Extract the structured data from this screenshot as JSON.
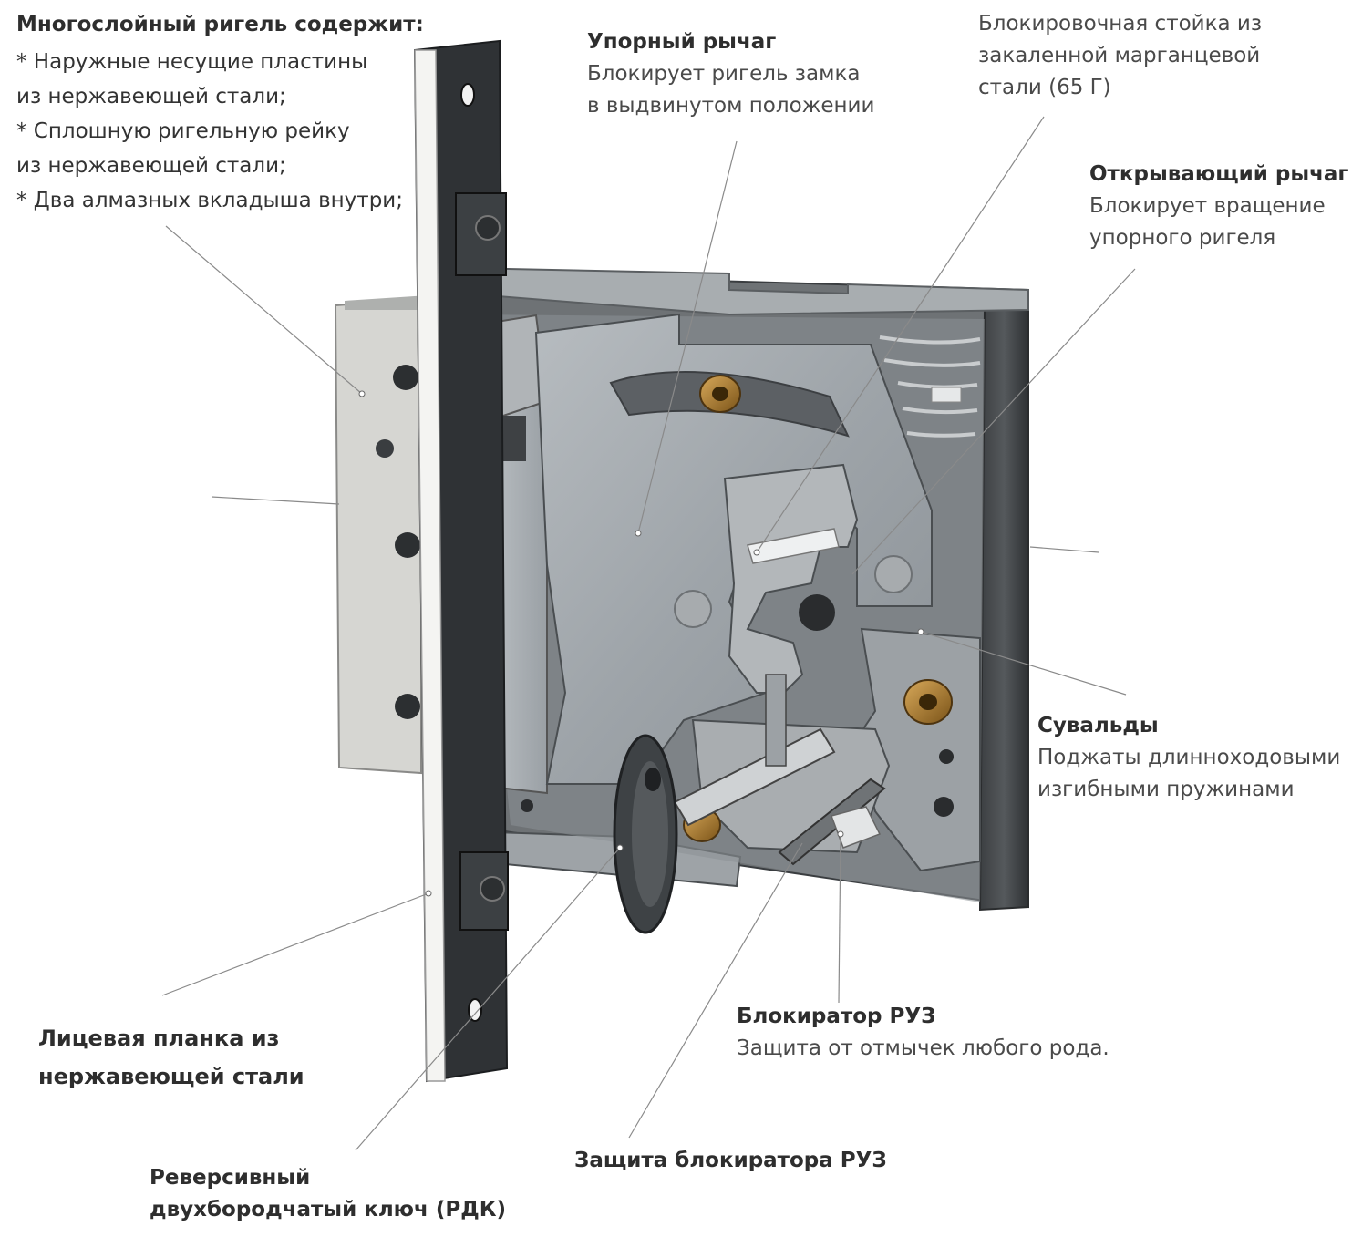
{
  "labels": {
    "multilayer": {
      "title": "Многослойный ригель содержит:",
      "lines": [
        "* Наружные несущие пластины",
        "из нержавеющей стали;",
        "* Сплошную ригельную рейку",
        "из нержавеющей стали;",
        "* Два алмазных вкладыша внутри;"
      ]
    },
    "stop_lever": {
      "title": "Упорный рычаг",
      "desc": [
        "Блокирует ригель замка",
        "в выдвинутом положении"
      ]
    },
    "locking_post": {
      "desc": [
        "Блокировочная стойка из",
        "закаленной марганцевой",
        "стали (65 Г)"
      ]
    },
    "opening_lever": {
      "title": "Открывающий рычаг",
      "desc": [
        "Блокирует вращение",
        "упорного ригеля"
      ]
    },
    "levers": {
      "title": "Сувальды",
      "desc": [
        "Поджаты длинноходовыми",
        "изгибными пружинами"
      ]
    },
    "face_plate": {
      "lines": [
        "Лицевая планка из",
        "нержавеющей стали"
      ]
    },
    "blocker": {
      "title": "Блокиратор РУЗ",
      "desc": [
        "Защита от отмычек любого рода."
      ]
    },
    "blocker_guard": {
      "title": "Защита блокиратора РУЗ"
    },
    "key": {
      "lines": [
        "Реверсивный",
        "двухбородчатый ключ (РДК)"
      ]
    }
  }
}
